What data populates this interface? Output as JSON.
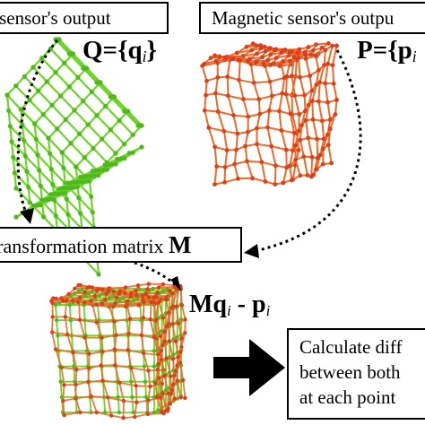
{
  "labels": {
    "optical_output": "l sensor's output",
    "magnetic_output": "Magnetic sensor's outpu",
    "transformation": "transformation matrix",
    "matrix_symbol": "M",
    "calc_line1": "Calculate diff",
    "calc_line2": "between both",
    "calc_line3": "at each point"
  },
  "formulas": {
    "q_lhs": "Q={q",
    "q_sub": "i",
    "q_rhs": "}",
    "p_lhs": "P={p",
    "p_sub": "i",
    "mq_main": "Mq",
    "mq_sub": "i",
    "mq_minus": " - p",
    "mq_sub2": "i"
  },
  "colors": {
    "optical_grid": "#6fd42a",
    "optical_node": "#4fb81e",
    "magnetic_grid": "#ee6a2a",
    "magnetic_node": "#d8401e",
    "arrow": "#000000"
  }
}
